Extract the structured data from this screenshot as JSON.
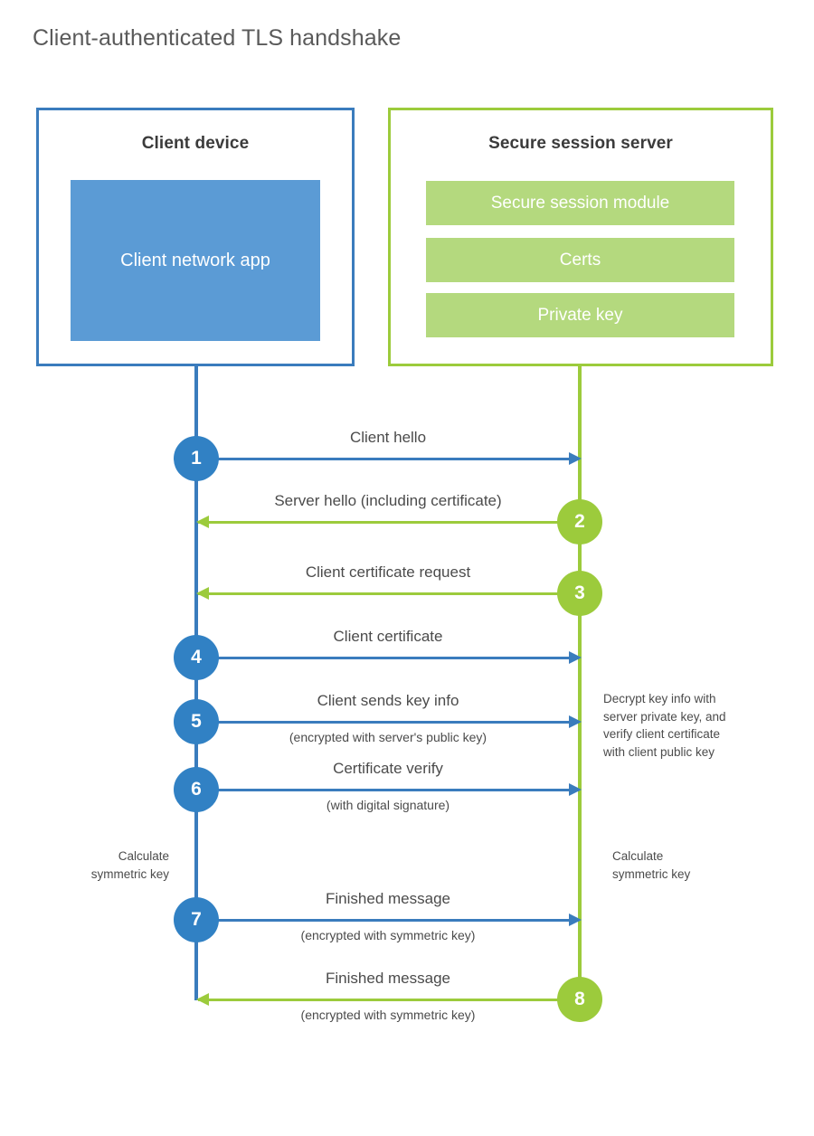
{
  "title": "Client-authenticated TLS handshake",
  "colors": {
    "client_blue": "#3a7cbd",
    "client_badge_blue": "#3181c4",
    "client_app_fill": "#5b9bd5",
    "server_green": "#9ccb3c",
    "server_module_fill": "#b4d97e",
    "text": "#4b4b4b",
    "title_text": "#5a5a5a",
    "background": "#ffffff"
  },
  "actors": {
    "client": {
      "title": "Client device",
      "app_label": "Client network app"
    },
    "server": {
      "title": "Secure session server",
      "modules": [
        "Secure session module",
        "Certs",
        "Private key"
      ]
    }
  },
  "messages": [
    {
      "step": "1",
      "label": "Client hello",
      "sublabel": "",
      "direction": "client-to-server",
      "origin": "client"
    },
    {
      "step": "2",
      "label": "Server hello (including certificate)",
      "sublabel": "",
      "direction": "server-to-client",
      "origin": "server"
    },
    {
      "step": "3",
      "label": "Client certificate request",
      "sublabel": "",
      "direction": "server-to-client",
      "origin": "server"
    },
    {
      "step": "4",
      "label": "Client certificate",
      "sublabel": "",
      "direction": "client-to-server",
      "origin": "client"
    },
    {
      "step": "5",
      "label": "Client sends key info",
      "sublabel": "(encrypted with server's public key)",
      "direction": "client-to-server",
      "origin": "client"
    },
    {
      "step": "6",
      "label": "Certificate verify",
      "sublabel": "(with digital signature)",
      "direction": "client-to-server",
      "origin": "client"
    },
    {
      "step": "7",
      "label": "Finished message",
      "sublabel": "(encrypted with symmetric key)",
      "direction": "client-to-server",
      "origin": "client"
    },
    {
      "step": "8",
      "label": "Finished message",
      "sublabel": "(encrypted with symmetric key)",
      "direction": "server-to-client",
      "origin": "server"
    }
  ],
  "notes": {
    "server_decrypt": "Decrypt key info with\nserver private key, and\nverify client certificate\nwith client public key",
    "client_calculate": "Calculate\nsymmetric key",
    "server_calculate": "Calculate\nsymmetric key"
  }
}
